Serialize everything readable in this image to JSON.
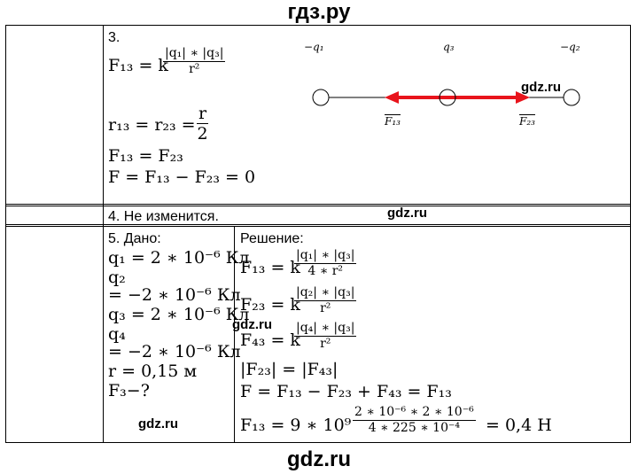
{
  "watermarks": {
    "top": "гдз.ру",
    "bottom": "gdz.ru",
    "small": "gdz.ru"
  },
  "task3": {
    "number": "3.",
    "formula_lhs": "F₁₃ = k",
    "formula_num": "|q₁| ∗ |q₃|",
    "formula_den": "r²",
    "r_lhs": "r₁₃ = r₂₃ =",
    "r_num": "r",
    "r_den": "2",
    "eq1": "F₁₃ = F₂₃",
    "eq2": "F = F₁₃ − F₂₃ = 0",
    "diagram": {
      "charge_left": "−q₁",
      "charge_mid": "q₃",
      "charge_right": "−q₂",
      "force_left": "F₁₃",
      "force_right": "F₂₃",
      "arrow_color": "#e8141c"
    }
  },
  "task4": {
    "text": "4. Не изменится."
  },
  "task5": {
    "given_title": "5. Дано:",
    "given": [
      "q₁ = 2 ∗ 10⁻⁶ Кл",
      "q₂",
      "= −2 ∗ 10⁻⁶ Кл",
      "q₃ = 2 ∗ 10⁻⁶ Кл",
      "q₄",
      "= −2 ∗ 10⁻⁶ Кл",
      "r = 0,15 м",
      "F₃−?"
    ],
    "solution_title": "Решение:",
    "sol": [
      {
        "lhs": "F₁₃ = k",
        "num": "|q₁| ∗ |q₃|",
        "den": "4 ∗ r²"
      },
      {
        "lhs": "F₂₃ = k",
        "num": "|q₂| ∗ |q₃|",
        "den": "r²"
      },
      {
        "lhs": "F₄₃ = k",
        "num": "|q₄| ∗ |q₃|",
        "den": "r²"
      }
    ],
    "line_abs": "|F₂₃| = |F₄₃|",
    "line_sum": "F = F₁₃ − F₂₃ + F₄₃ = F₁₃",
    "final_lhs": "F₁₃ = 9 ∗ 10⁹",
    "final_num": "2 ∗ 10⁻⁶ ∗ 2 ∗ 10⁻⁶",
    "final_den": "4 ∗ 225 ∗ 10⁻⁴",
    "final_rhs": "= 0,4 Н"
  }
}
